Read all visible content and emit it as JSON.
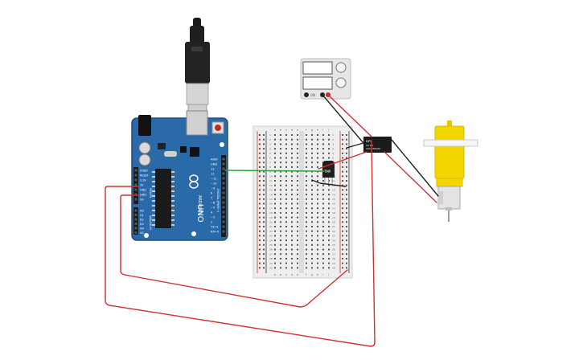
{
  "arduino": {
    "logo_text": "ARDUINO",
    "model": "UNO",
    "header_labels": [
      "AREF",
      "GND",
      "13",
      "12",
      "~11",
      "~10",
      "~9",
      "8",
      "7",
      "~6",
      "~5",
      "4",
      "~3",
      "2",
      "TX→1",
      "RX←0"
    ],
    "digital_label": "DIGITAL (PWM~)",
    "power_labels": [
      "IOREF",
      "RESET",
      "3.3V",
      "5V",
      "GND",
      "GND",
      "Vin"
    ],
    "analog_labels": [
      "A0",
      "A1",
      "A2",
      "A3",
      "A4",
      "A5"
    ],
    "power_section_label": "POWER",
    "analog_section_label": "ANALOG IN"
  },
  "power_supply": {
    "on_label": "ON"
  },
  "relay": {
    "lines": [
      "DPS",
      "5V DC",
      "10A 250VAC"
    ]
  },
  "sensor": {
    "label": "TMP"
  },
  "breadboard": {
    "column_letters_left": [
      "a",
      "b",
      "c",
      "d",
      "e"
    ],
    "column_letters_right": [
      "f",
      "g",
      "h",
      "i",
      "j"
    ],
    "row_numbers": [
      "1",
      "2",
      "3",
      "4",
      "5",
      "6",
      "7",
      "8",
      "9",
      "10",
      "11",
      "12",
      "13",
      "14",
      "15",
      "16",
      "17",
      "18",
      "19",
      "20",
      "21",
      "22",
      "23",
      "24",
      "25",
      "26",
      "27",
      "28",
      "29",
      "30"
    ]
  },
  "colors": {
    "arduino_board": "#2b6aa8",
    "wire_red": "#d32f2f",
    "wire_green": "#2ea043",
    "wire_black": "#222222",
    "motor_yellow": "#f2d600",
    "breadboard": "#eeeeee",
    "power_supply": "#e6e6e6"
  }
}
